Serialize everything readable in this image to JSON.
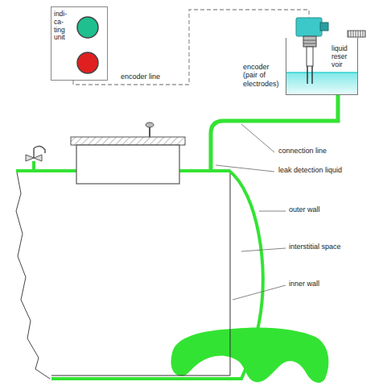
{
  "diagram": {
    "nodes": [
      {
        "text": [
          "indi- ca- ting unit"
        ]
      },
      {
        "text": [
          "encoder (pair of electrodes)"
        ]
      },
      {
        "text": [
          "liquid reser voir"
        ]
      }
    ],
    "edges": [
      {
        "from": 0,
        "to": 1,
        "label": "encoder line",
        "arrow": "none"
      }
    ],
    "labels": [
      "connection line",
      "leak detection liquid",
      "outer wall",
      "interstitial space",
      "inner wall"
    ]
  }
}
